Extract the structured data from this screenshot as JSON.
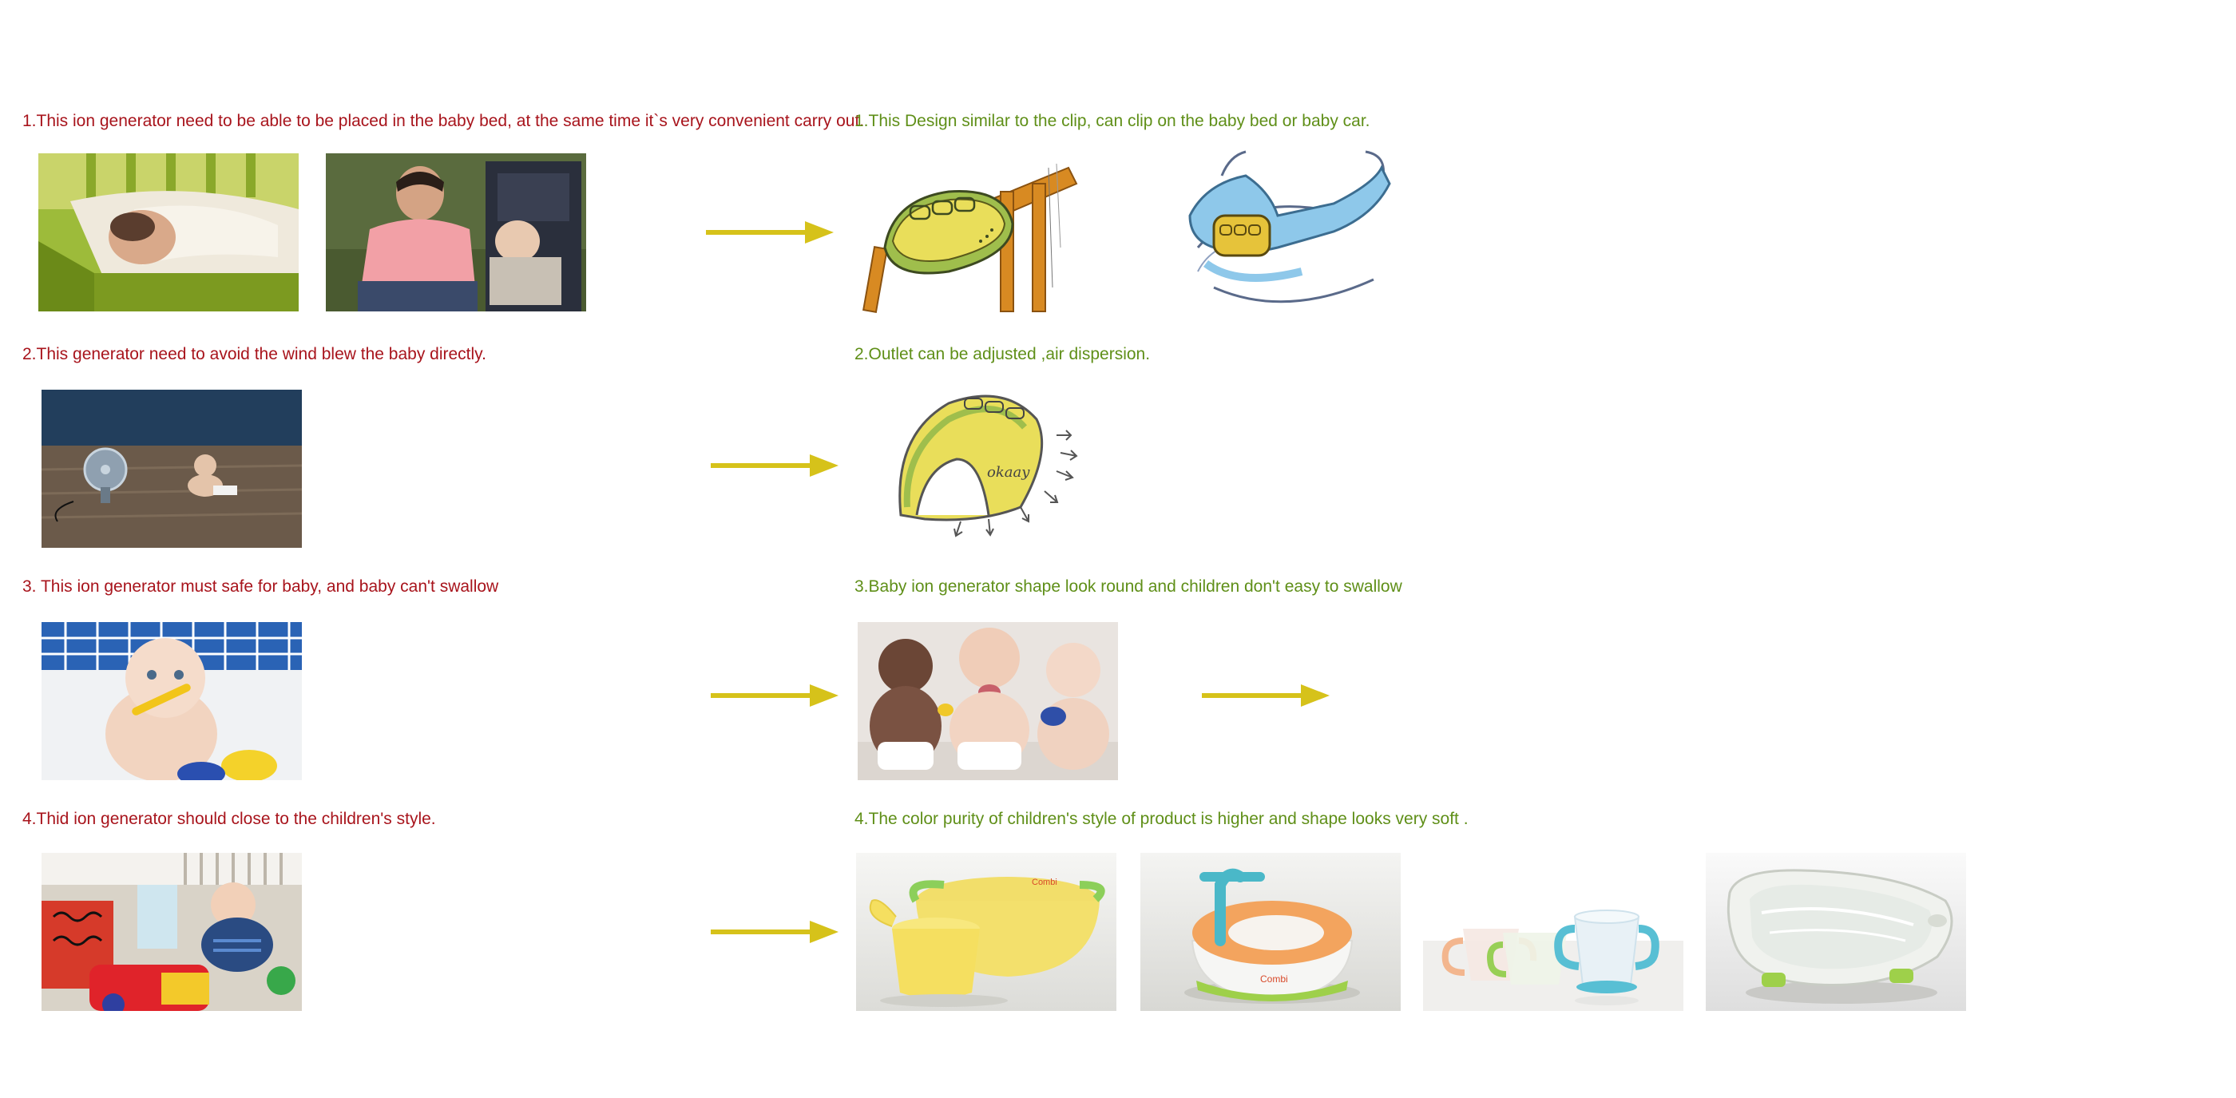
{
  "requirements": [
    "1.This ion generator need to be able to be placed in the baby bed, at the same time it`s very convenient carry out.",
    "2.This generator need to avoid the wind blew the baby directly.",
    "3. This ion generator must safe for baby, and baby can't swallow",
    "4.Thid ion generator should close to the children's style."
  ],
  "solutions": [
    "1.This Design similar to the clip, can clip on the baby bed or baby car.",
    "2.Outlet can be adjusted ,air dispersion.",
    "3.Baby ion generator shape look round and children don't easy to swallow",
    "4.The color purity of children's style of product is higher and shape looks very soft ."
  ],
  "sketch_text": "okaay",
  "product_brand": "Combi",
  "colors": {
    "requirement_text": "#a8141c",
    "solution_text": "#5f8f18",
    "arrow": "#d6c21a",
    "device_yellow": "#e9de5a",
    "clip_blue": "#8ec8ea",
    "clip_orange": "#d88a22"
  },
  "icons": [
    "right-arrow-icon"
  ]
}
